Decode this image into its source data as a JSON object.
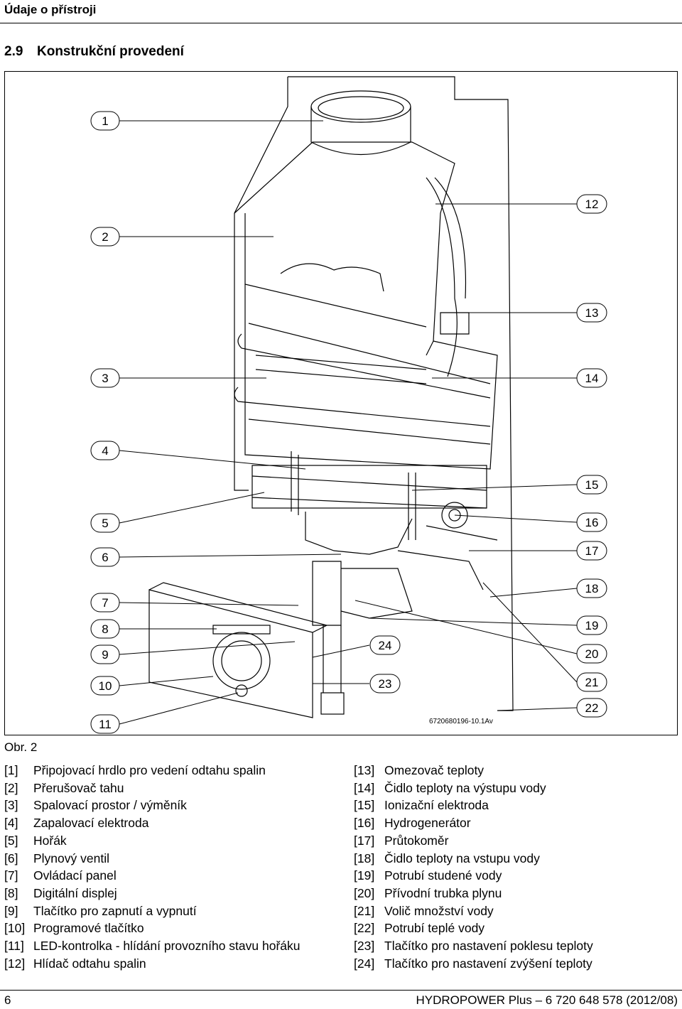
{
  "header": {
    "title": "Údaje o přístroji"
  },
  "section": {
    "number": "2.9",
    "title": "Konstrukční provedení"
  },
  "figure": {
    "caption": "Obr. 2",
    "code": "6720680196-10.1Av",
    "callouts_left": [
      "1",
      "2",
      "3",
      "4",
      "5",
      "6",
      "7",
      "8",
      "9",
      "10",
      "11"
    ],
    "callouts_right": [
      "12",
      "13",
      "14",
      "15",
      "16",
      "17",
      "18",
      "19",
      "20",
      "21",
      "22"
    ],
    "callouts_center": [
      "24",
      "23"
    ]
  },
  "legend": {
    "left": [
      {
        "idx": "[1]",
        "text": "Připojovací hrdlo pro vedení odtahu spalin"
      },
      {
        "idx": "[2]",
        "text": "Přerušovač tahu"
      },
      {
        "idx": "[3]",
        "text": "Spalovací prostor / výměník"
      },
      {
        "idx": "[4]",
        "text": "Zapalovací elektroda"
      },
      {
        "idx": "[5]",
        "text": "Hořák"
      },
      {
        "idx": "[6]",
        "text": "Plynový ventil"
      },
      {
        "idx": "[7]",
        "text": "Ovládací panel"
      },
      {
        "idx": "[8]",
        "text": "Digitální displej"
      },
      {
        "idx": "[9]",
        "text": "Tlačítko pro zapnutí a vypnutí"
      },
      {
        "idx": "[10]",
        "text": "Programové tlačítko"
      },
      {
        "idx": "[11]",
        "text": "LED-kontrolka - hlídání provozního stavu hořáku"
      },
      {
        "idx": "[12]",
        "text": "Hlídač odtahu spalin"
      }
    ],
    "right": [
      {
        "idx": "[13]",
        "text": "Omezovač teploty"
      },
      {
        "idx": "[14]",
        "text": "Čidlo teploty na výstupu vody"
      },
      {
        "idx": "[15]",
        "text": "Ionizační elektroda"
      },
      {
        "idx": "[16]",
        "text": "Hydrogenerátor"
      },
      {
        "idx": "[17]",
        "text": "Průtokoměr"
      },
      {
        "idx": "[18]",
        "text": "Čidlo teploty na vstupu vody"
      },
      {
        "idx": "[19]",
        "text": "Potrubí studené vody"
      },
      {
        "idx": "[20]",
        "text": "Přívodní trubka plynu"
      },
      {
        "idx": "[21]",
        "text": "Volič množství vody"
      },
      {
        "idx": "[22]",
        "text": "Potrubí teplé vody"
      },
      {
        "idx": "[23]",
        "text": "Tlačítko pro nastavení poklesu teploty"
      },
      {
        "idx": "[24]",
        "text": "Tlačítko pro nastavení zvýšení teploty"
      }
    ]
  },
  "footer": {
    "page": "6",
    "title": "HYDROPOWER Plus – 6 720 648 578 (2012/08)"
  }
}
